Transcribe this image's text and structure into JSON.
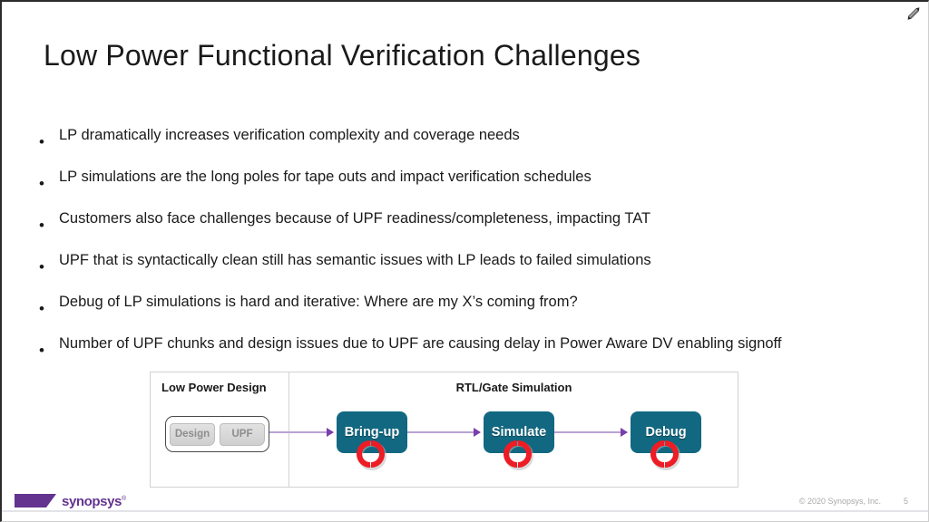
{
  "window": {
    "expand_icon": "diagonal-expand-arrows-icon"
  },
  "slide": {
    "title": "Low Power Functional Verification Challenges",
    "bullet_marker": "•",
    "bullets": [
      {
        "text": "LP dramatically increases verification complexity and coverage needs"
      },
      {
        "text": "LP simulations are the long poles for tape outs and impact verification schedules"
      },
      {
        "text": "Customers also face challenges because of UPF readiness/completeness, impacting TAT"
      },
      {
        "text": "UPF that is syntactically clean still has semantic issues with LP leads to failed simulations"
      },
      {
        "text": "Debug of LP simulations is hard and iterative: Where are my X’s coming from?"
      },
      {
        "text": "Number of UPF chunks and design issues due to UPF are causing delay in Power Aware DV enabling signoff"
      }
    ]
  },
  "diagram": {
    "left_panel_title": "Low Power Design",
    "right_panel_title": "RTL/Gate Simulation",
    "design_tags": [
      {
        "label": "Design"
      },
      {
        "label": "UPF"
      }
    ],
    "stages": [
      {
        "label": "Bring-up",
        "loop_icon": "circular-arrow-loop-icon"
      },
      {
        "label": "Simulate",
        "loop_icon": "circular-arrow-loop-icon"
      },
      {
        "label": "Debug",
        "loop_icon": "circular-arrow-loop-icon"
      }
    ],
    "colors": {
      "stage_fill": "#126880",
      "loop_icon": "#ee1c25",
      "arrow_line": "#b9a2d6",
      "arrow_head": "#7a3fa8",
      "tag_text": "#8d8d8d"
    }
  },
  "footer": {
    "logo_text": "synopsys",
    "logo_tm": "®",
    "copyright": "© 2020 Synopsys, Inc.",
    "page_number": "5",
    "brand_color": "#63338f"
  }
}
